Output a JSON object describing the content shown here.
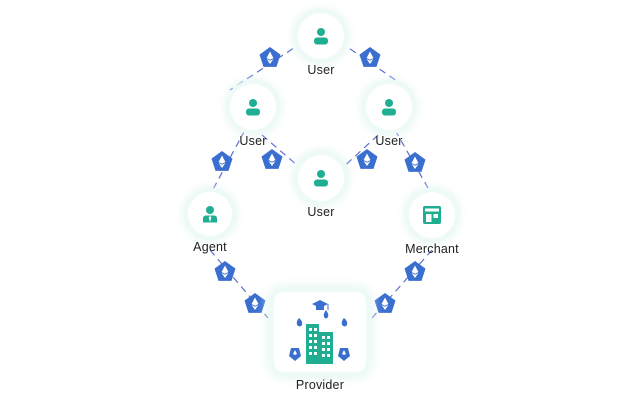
{
  "colors": {
    "connector": "#5b6fd4",
    "token": "#3a6fd0",
    "token_glyph": "#ffffff",
    "person": "#1fae92",
    "building": "#1fae92"
  },
  "icons": {
    "token": "ethereum-token-icon",
    "person": "user-icon",
    "agent": "agent-icon",
    "store": "store-icon",
    "building": "building-icon"
  },
  "nodes": {
    "user_top": {
      "label": "User"
    },
    "user_left": {
      "label": "User"
    },
    "user_right": {
      "label": "User"
    },
    "user_center": {
      "label": "User"
    },
    "agent": {
      "label": "Agent"
    },
    "merchant": {
      "label": "Merchant"
    },
    "provider": {
      "label": "Provider"
    }
  }
}
